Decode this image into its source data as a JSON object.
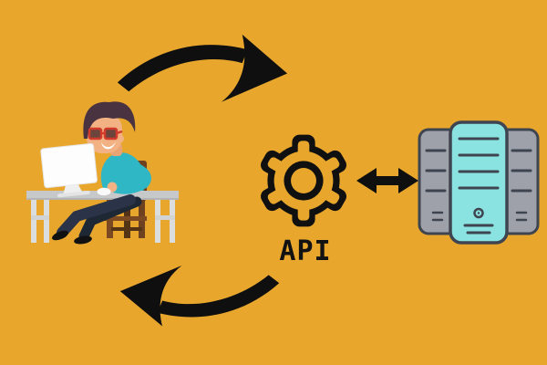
{
  "diagram": {
    "api_label": "API",
    "nodes": [
      {
        "id": "user-at-computer",
        "icon": "person-at-desk-illustration"
      },
      {
        "id": "api-gear",
        "icon": "gear-icon",
        "label": "API"
      },
      {
        "id": "server",
        "icon": "server-tower-icon"
      }
    ],
    "connectors": [
      {
        "id": "request-arrow",
        "type": "curved-brush-arrow",
        "direction": "left-to-right",
        "position": "top"
      },
      {
        "id": "response-arrow",
        "type": "curved-brush-arrow",
        "direction": "right-to-left",
        "position": "bottom"
      },
      {
        "id": "exchange-arrow",
        "type": "double-headed-arrow",
        "direction": "bidirectional",
        "position": "between-gear-and-server"
      }
    ],
    "colors": {
      "background": "#E8A72C",
      "ink": "#121212",
      "arrow_black": "#0F0F0F",
      "server_center": "#8BE3E1",
      "server_side": "#9EA1A9",
      "server_outline": "#3E4450",
      "shirt_teal": "#2FB7C6",
      "skin": "#F2B283",
      "hair": "#4A3340",
      "glasses_red": "#D23B2B",
      "pants_navy": "#2A3347",
      "chair_brown": "#7B4A22",
      "desk_gray": "#C6C8CA",
      "monitor_white": "#FDFDFD"
    }
  }
}
